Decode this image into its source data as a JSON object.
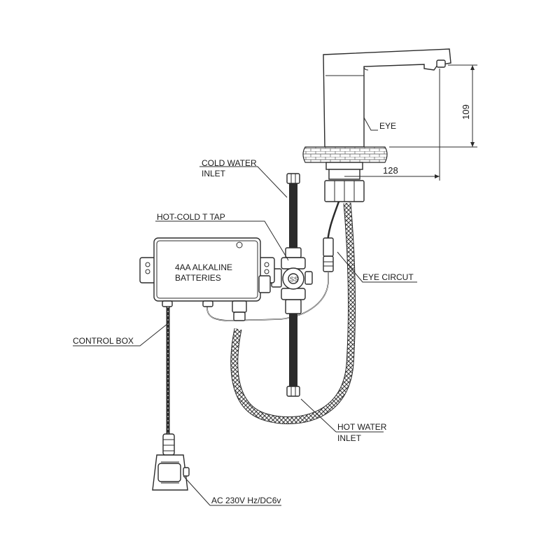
{
  "labels": {
    "eye": "EYE",
    "cold_water_inlet_1": "COLD WATER",
    "cold_water_inlet_2": "INLET",
    "hot_cold_t_tap": "HOT-COLD T TAP",
    "batteries_1": "4AA ALKALINE",
    "batteries_2": "BATTERIES",
    "eye_circuit": "EYE CIRCUT",
    "control_box": "CONTROL BOX",
    "hot_water_inlet_1": "HOT WATER",
    "hot_water_inlet_2": "INLET",
    "power": "AC 230V Hz/DC6v"
  },
  "dimensions": {
    "height": "109",
    "reach": "128"
  },
  "colors": {
    "line": "#2b2b2b",
    "hose_fill": "#555555",
    "background": "#ffffff"
  }
}
